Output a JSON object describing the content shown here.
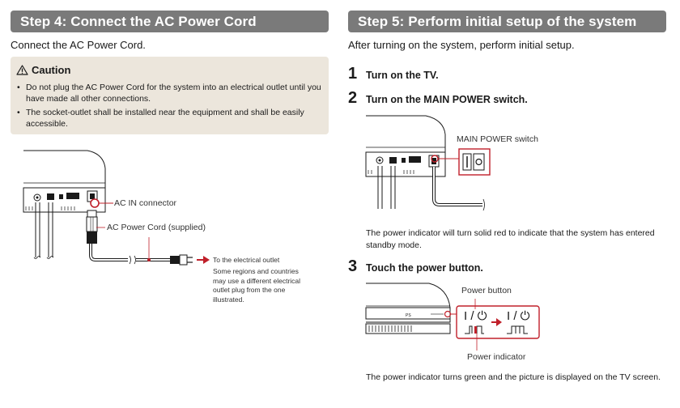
{
  "step4": {
    "title": "Step 4: Connect the AC Power Cord",
    "intro": "Connect the AC Power Cord.",
    "caution": {
      "title": "Caution",
      "items": [
        "Do not plug the AC Power Cord for the system into an electrical outlet until you have made all other connections.",
        "The socket-outlet shall be installed near the equipment and shall be easily accessible."
      ]
    },
    "figure": {
      "ac_in_label": "AC IN connector",
      "cord_label": "AC Power Cord (supplied)",
      "outlet_label": "To the electrical outlet",
      "outlet_note": "Some regions and countries may use a different electrical outlet plug from the one illustrated."
    }
  },
  "step5": {
    "title": "Step 5: Perform initial setup of the system software",
    "intro": "After turning on the system, perform initial setup.",
    "steps": [
      {
        "number": "1",
        "label": "Turn on the TV."
      },
      {
        "number": "2",
        "label": "Turn on the MAIN POWER switch."
      },
      {
        "number": "3",
        "label": "Touch the power button."
      }
    ],
    "main_power_label": "MAIN POWER switch",
    "standby_text": "The power indicator will turn solid red to indicate that the system has entered standby mode.",
    "power_button_label": "Power button",
    "power_indicator_label": "Power indicator",
    "power_symbol": "I / ⏻",
    "final_text": "The power indicator turns green and the picture is displayed on the TV screen."
  }
}
